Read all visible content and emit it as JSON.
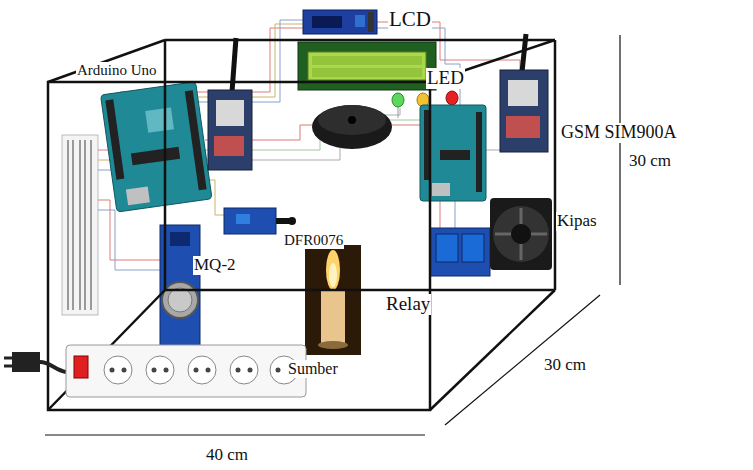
{
  "diagram": {
    "labels": [
      "LCD",
      "Arduino Uno",
      "LED",
      "GSM SIM900A",
      "30 cm",
      "DFR0076",
      "Kipas",
      "MQ-2",
      "Relay",
      "Sumber",
      "30 cm",
      "40 cm"
    ]
  }
}
